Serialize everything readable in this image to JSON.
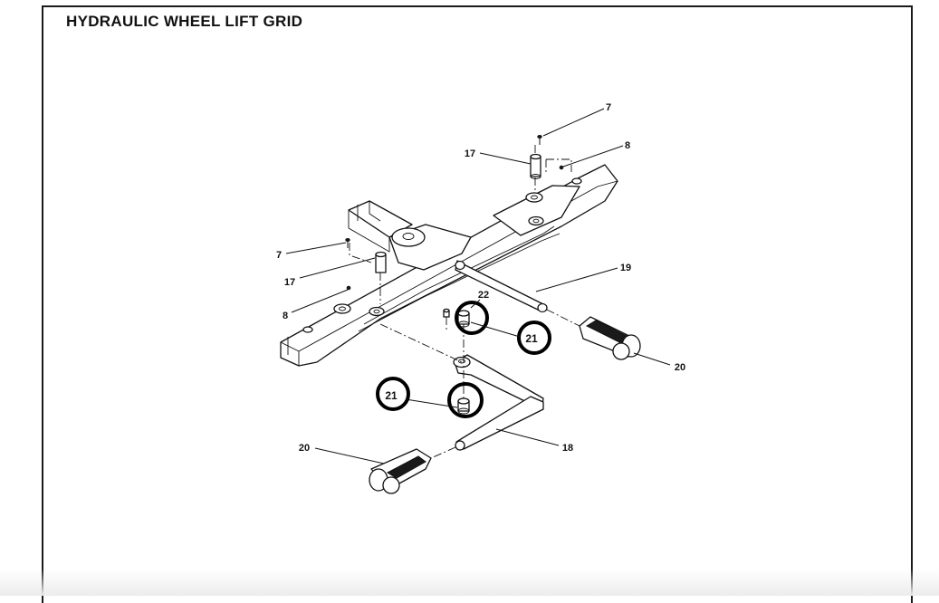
{
  "title": "HYDRAULIC WHEEL LIFT GRID",
  "callouts": {
    "c7_top": "7",
    "c8_top": "8",
    "c17_top": "17",
    "c7_left": "7",
    "c17_left": "17",
    "c8_left": "8",
    "c19": "19",
    "c22": "22",
    "c21_right": "21",
    "c20_right": "20",
    "c21_left": "21",
    "c20_left": "20",
    "c18": "18"
  },
  "colors": {
    "ink": "#111111",
    "background": "#ffffff",
    "highlight_ring": "#000000"
  }
}
